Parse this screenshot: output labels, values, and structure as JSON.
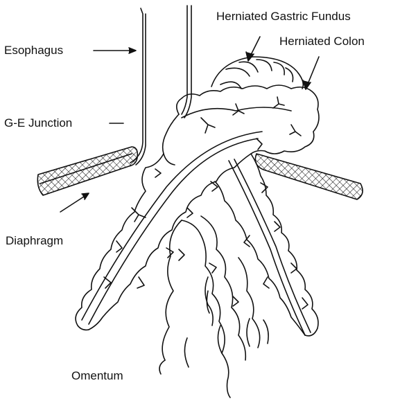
{
  "labels": {
    "esophagus": "Esophagus",
    "ge_junction": "G-E Junction",
    "diaphragm": "Diaphragm",
    "omentum": "Omentum",
    "herniated_gastric_fundus": "Herniated Gastric Fundus",
    "herniated_colon": "Herniated Colon"
  },
  "colors": {
    "ink": "#111111",
    "background": "#ffffff"
  }
}
